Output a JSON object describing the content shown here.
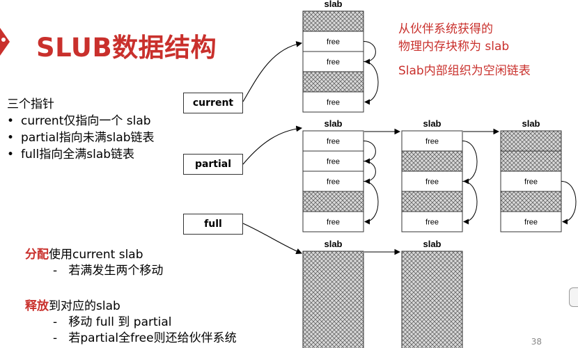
{
  "slide": {
    "title": "SLUB数据结构",
    "page_number": "38"
  },
  "pointers": {
    "intro": "三个指针",
    "bullets": [
      "current仅指向一个 slab",
      "partial指向未满slab链表",
      "full指向全满slab链表"
    ],
    "labels": {
      "current": "current",
      "partial": "partial",
      "full": "full"
    }
  },
  "alloc": {
    "heading": "分配",
    "heading_rest": "使用current slab",
    "items": [
      "若满发生两个移动"
    ]
  },
  "release": {
    "heading": "释放",
    "heading_rest": "到对应的slab",
    "items": [
      "移动 full 到 partial",
      "若partial全free则还给伙伴系统"
    ]
  },
  "annotation": {
    "line1": "从伙伴系统获得的",
    "line2": "物理内存块称为 slab",
    "line3": "Slab内部组织为空闲链表"
  },
  "slab_label": "slab",
  "free_label": "free",
  "slabs": {
    "current": [
      "used",
      "free",
      "free",
      "used",
      "free"
    ],
    "partial1": [
      "free",
      "free",
      "free",
      "used",
      "free"
    ],
    "partial2": [
      "free",
      "used",
      "free",
      "used",
      "free"
    ],
    "partial3": [
      "used",
      "used",
      "free",
      "used",
      "free"
    ]
  }
}
